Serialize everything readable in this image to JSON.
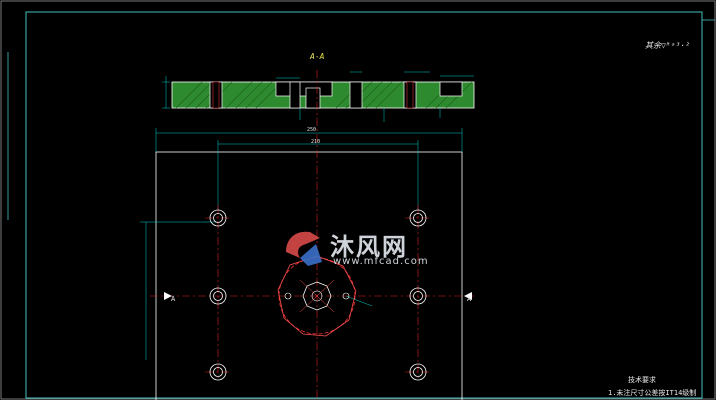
{
  "drawing": {
    "section_title": "A-A",
    "corner_note": "其余▽ᴿᵃ³·²",
    "technical_requirements_title": "技术要求",
    "technical_requirements_item_1": "1.未注尺寸公差按IT14级制",
    "dimension_overall": "250",
    "dimension_hole_spacing": "210",
    "section_mark_left": "A",
    "section_mark_right": "A"
  },
  "watermark": {
    "brand": "沐风网",
    "url": "www.mfcad.com"
  },
  "colors": {
    "background": "#000000",
    "outline": "#ffffff",
    "centerline": "#e02020",
    "hatch": "#2e8a2e",
    "dimension": "#00d0d0",
    "frame": "#40c0c0",
    "accent": "#e6e04a",
    "logo_red": "#d84a4a",
    "logo_blue": "#3a6fc8"
  }
}
